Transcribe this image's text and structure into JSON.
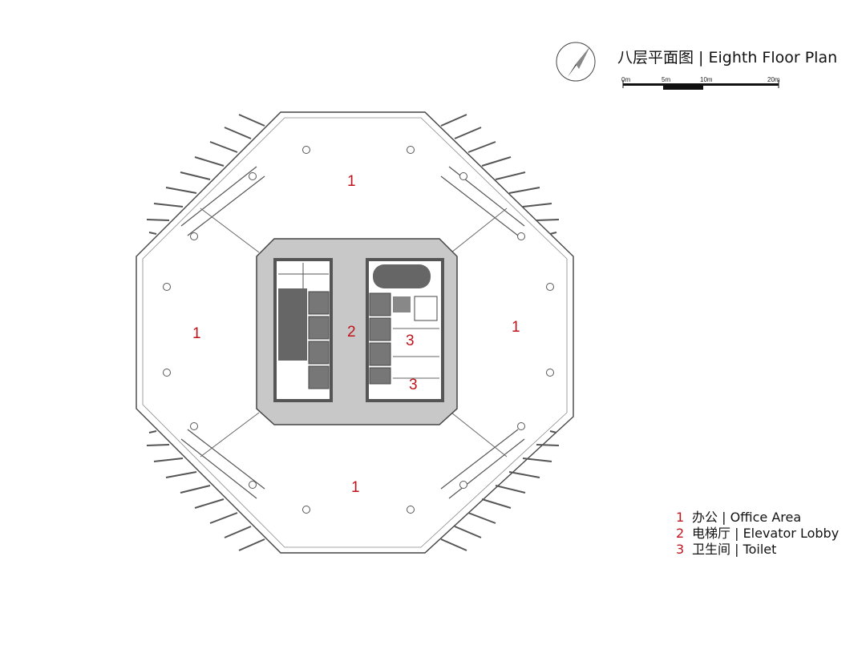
{
  "title": "八层平面图 | Eighth Floor Plan",
  "scale_bar": {
    "labels": [
      "0m",
      "5m",
      "10m",
      "20m"
    ]
  },
  "room_labels": [
    "1",
    "1",
    "1",
    "1",
    "2",
    "3",
    "3"
  ],
  "legend": [
    {
      "number": "1",
      "text": "办公 | Office Area"
    },
    {
      "number": "2",
      "text": "电梯厅 | Elevator Lobby"
    },
    {
      "number": "3",
      "text": "卫生间 | Toilet"
    }
  ],
  "colors": {
    "label_red": "#c0141c",
    "core_gray": "#c8c8c8",
    "wall_dark": "#555555",
    "line": "#444444"
  }
}
